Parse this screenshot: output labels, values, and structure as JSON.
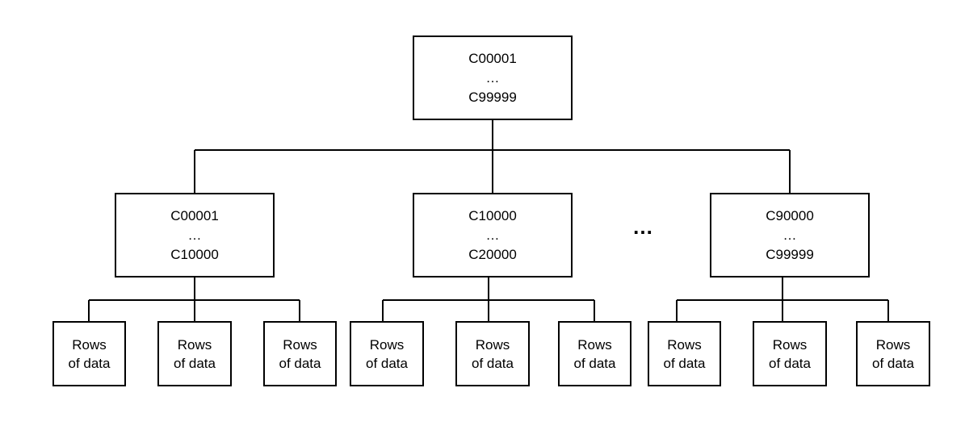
{
  "diagram": {
    "root": {
      "first": "C00001",
      "ellipsis": "…",
      "last": "C99999"
    },
    "branches": [
      {
        "first": "C00001",
        "ellipsis": "…",
        "last": "C10000",
        "leaves": [
          {
            "line1": "Rows",
            "line2": "of data"
          },
          {
            "line1": "Rows",
            "line2": "of data"
          },
          {
            "line1": "Rows",
            "line2": "of data"
          }
        ]
      },
      {
        "first": "C10000",
        "ellipsis": "…",
        "last": "C20000",
        "leaves": [
          {
            "line1": "Rows",
            "line2": "of data"
          },
          {
            "line1": "Rows",
            "line2": "of data"
          },
          {
            "line1": "Rows",
            "line2": "of data"
          }
        ]
      },
      {
        "first": "C90000",
        "ellipsis": "…",
        "last": "C99999",
        "leaves": [
          {
            "line1": "Rows",
            "line2": "of data"
          },
          {
            "line1": "Rows",
            "line2": "of data"
          },
          {
            "line1": "Rows",
            "line2": "of data"
          }
        ]
      }
    ],
    "gap_ellipsis": "…"
  }
}
